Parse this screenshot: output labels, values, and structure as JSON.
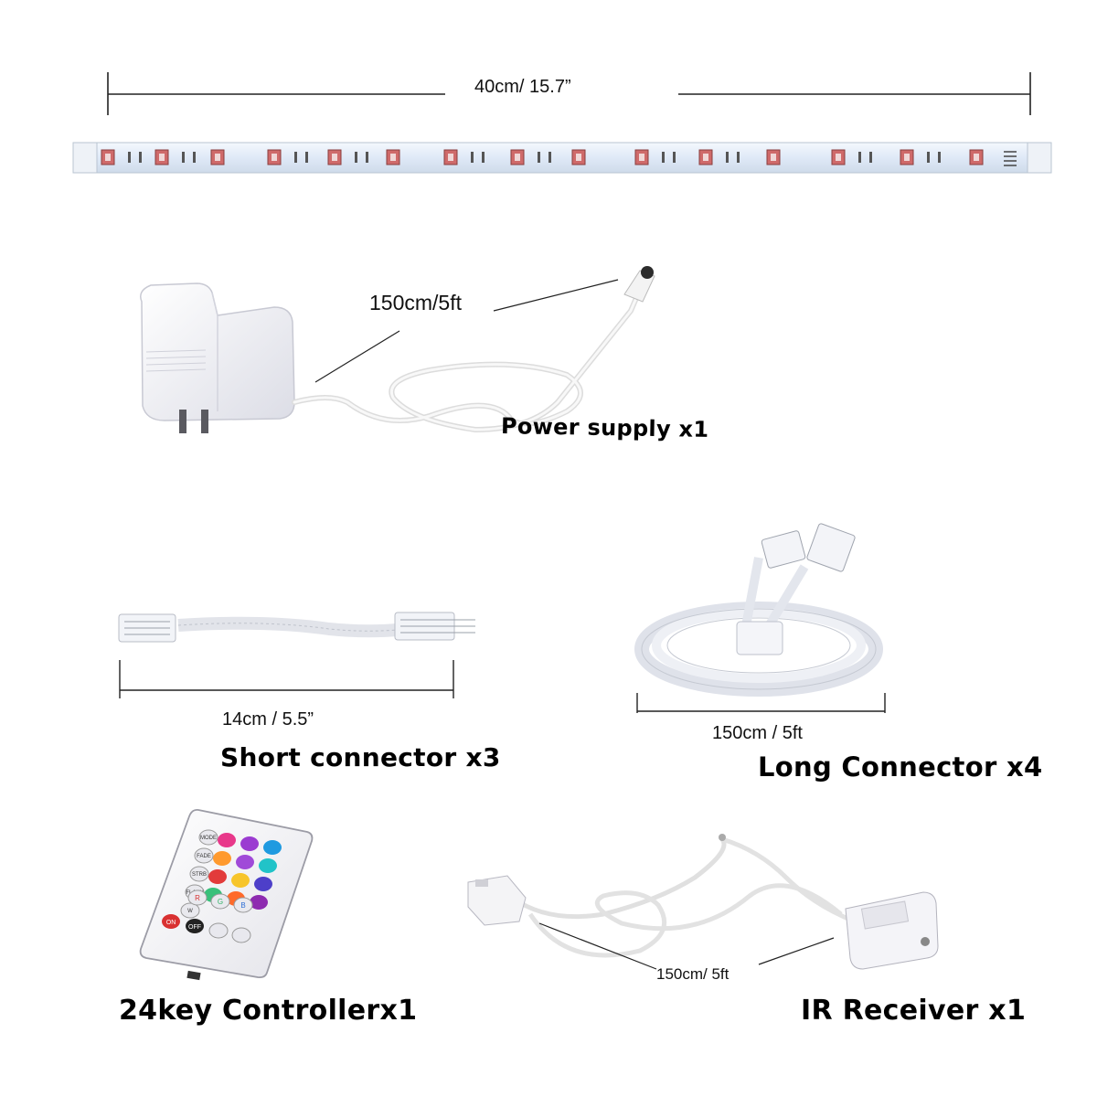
{
  "strip": {
    "length_label": "40cm/ 15.7”"
  },
  "power_supply": {
    "cable_label": "150cm/5ft",
    "caption": "Power supply x1"
  },
  "short_connector": {
    "length_label": "14cm / 5.5”",
    "caption": "Short connector x3"
  },
  "long_connector": {
    "length_label": "150cm / 5ft",
    "caption": "Long Connector x4"
  },
  "controller": {
    "caption": "24key Controllerx1",
    "side_keys": [
      "MODE",
      "FADE",
      "STRB",
      "FLASH",
      "W"
    ],
    "bottom_keys": [
      "R",
      "G",
      "B"
    ],
    "power_keys": {
      "on": "ON",
      "off": "OFF"
    },
    "color_keys": [
      "#e8388a",
      "#9b3bd1",
      "#1f9ae0",
      "#ff9a2e",
      "#a04ad8",
      "#21c3c8",
      "#e23b3b",
      "#f7c52b",
      "#4d3fc9",
      "#38c07a",
      "#ff6a2a",
      "#8e2bb0"
    ]
  },
  "ir_receiver": {
    "cable_label": "150cm/ 5ft",
    "caption": "IR Receiver x1"
  },
  "colors": {
    "strip_tube": "#e6f0fb",
    "led_body": "#cf6a6a",
    "cable": "#f2f2f2",
    "product_body": "#f5f5f8"
  }
}
